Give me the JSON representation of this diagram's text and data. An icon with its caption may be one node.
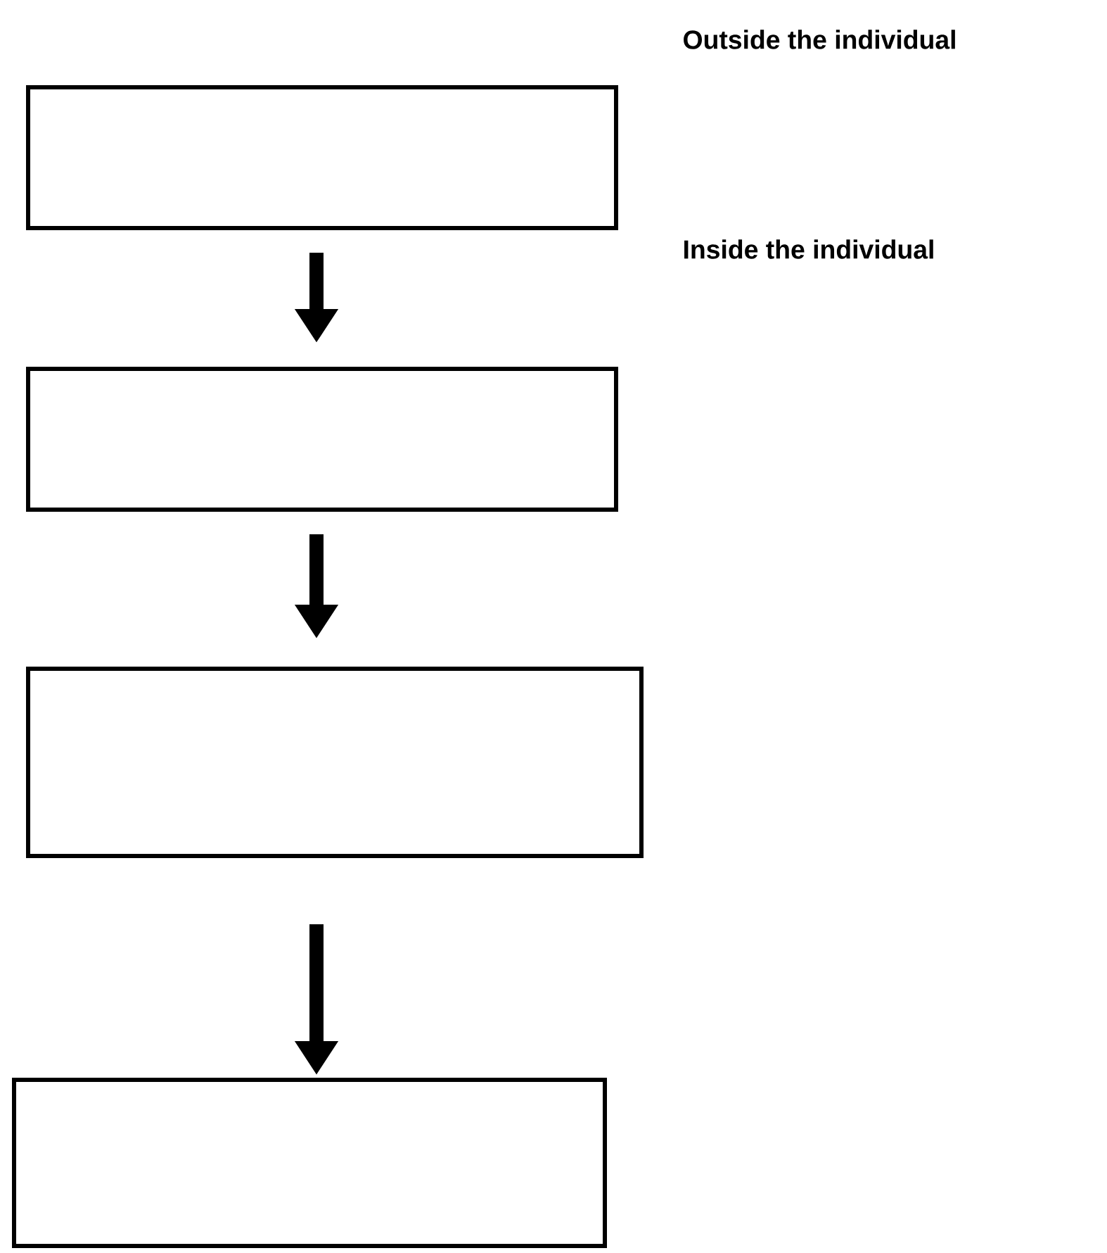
{
  "diagram": {
    "nodes": [
      {
        "text": [],
        "shape": "box"
      },
      {
        "text": [],
        "shape": "box"
      },
      {
        "text": [],
        "shape": "box"
      },
      {
        "text": [],
        "shape": "box"
      }
    ],
    "edges": [
      {
        "from": 0,
        "to": 1,
        "arrow": "to"
      },
      {
        "from": 1,
        "to": 2,
        "arrow": "to"
      },
      {
        "from": 2,
        "to": 3,
        "arrow": "to"
      }
    ],
    "labels": [
      "Outside the individual",
      "Inside the individual"
    ]
  }
}
